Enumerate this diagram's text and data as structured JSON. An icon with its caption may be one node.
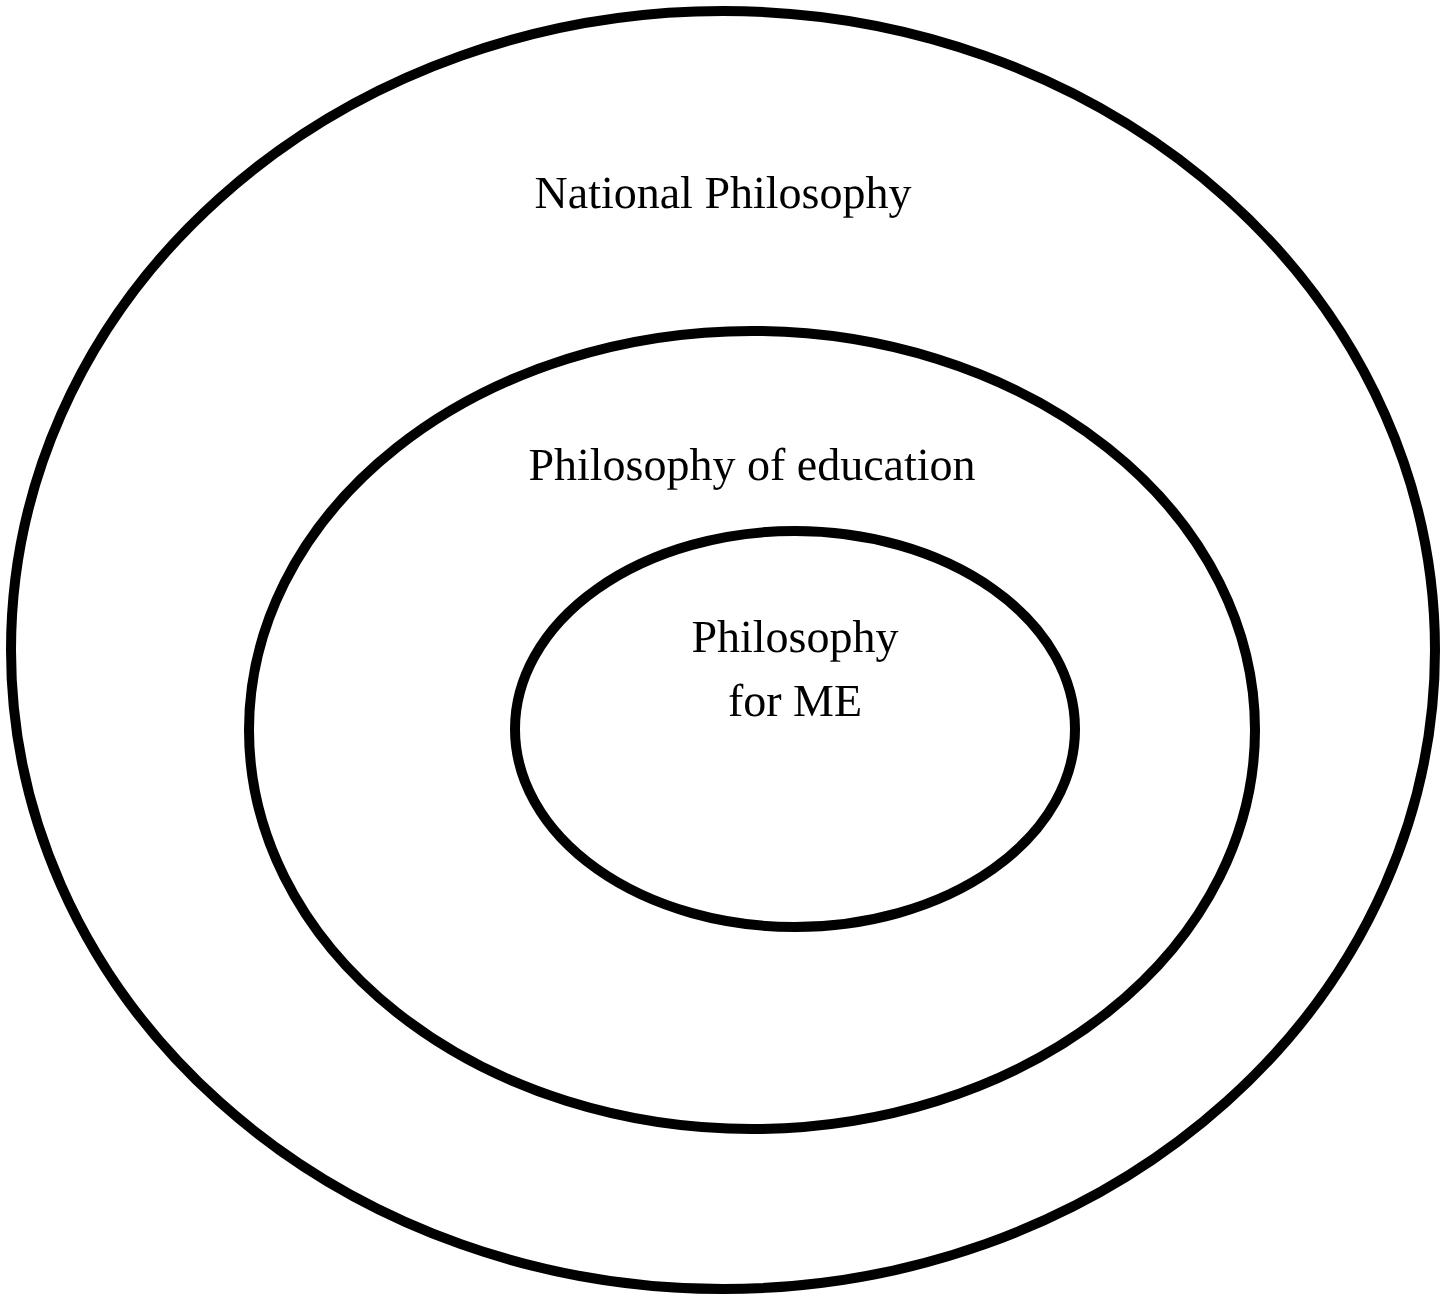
{
  "diagram": {
    "nodes": [
      {
        "text": [
          "National Philosophy"
        ]
      },
      {
        "text": [
          "Philosophy of education"
        ],
        "in": 0
      },
      {
        "text": [
          "Philosophy for ME"
        ],
        "in": 1
      }
    ]
  }
}
